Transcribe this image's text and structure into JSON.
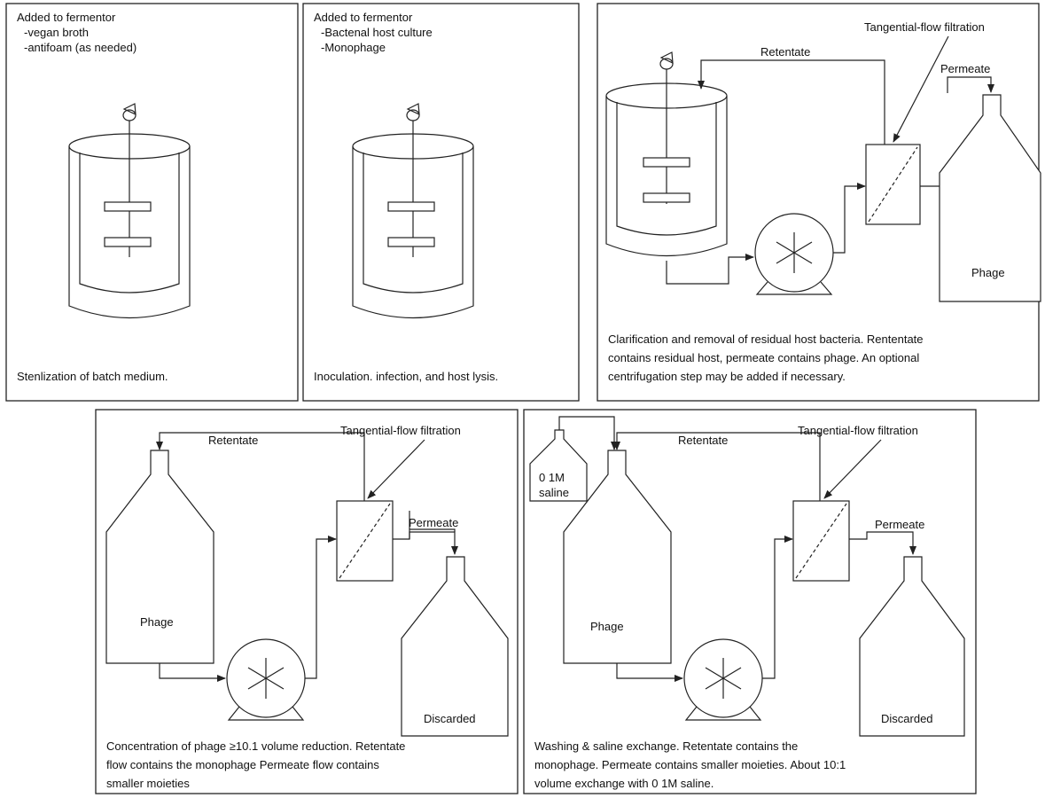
{
  "panel1": {
    "added_title": "Added to fermentor",
    "added_items": [
      "-vegan broth",
      "-antifoam (as needed)"
    ],
    "caption": "Stenlization of batch medium."
  },
  "panel2": {
    "added_title": "Added to fermentor",
    "added_items": [
      "-Bactenal host culture",
      "-Monophage"
    ],
    "caption": "Inoculation. infection, and host lysis."
  },
  "panel3": {
    "retentate_label": "Retentate",
    "tff_label": "Tangential-flow  filtration",
    "permeate_label": "Permeate",
    "vessel_label": "Phage",
    "caption_lines": [
      "Clarification and removal of residual host bacteria. Rententate",
      "contains residual host, permeate contains phage.  An optional",
      "centrifugation step may be added if necessary."
    ]
  },
  "panel4": {
    "retentate_label": "Retentate",
    "tff_label": "Tangential-flow  filtration",
    "permeate_label": "Permeate",
    "vessel_label": "Phage",
    "waste_label": "Discarded",
    "caption_lines": [
      "Concentration of phage ≥10.1 volume reduction.  Retentate",
      "flow contains the monophage   Permeate flow contains",
      "smaller moieties"
    ]
  },
  "panel5": {
    "retentate_label": "Retentate",
    "tff_label": "Tangential-flow  filtration",
    "permeate_label": "Permeate",
    "vessel_label": "Phage",
    "waste_label": "Discarded",
    "saline_line1": "0 1M",
    "saline_line2": "saline",
    "caption_lines": [
      "Washing & saline exchange.  Retentate contains the",
      "monophage.  Permeate contains smaller moieties.  About 10:1",
      "volume exchange with 0 1M saline."
    ]
  }
}
